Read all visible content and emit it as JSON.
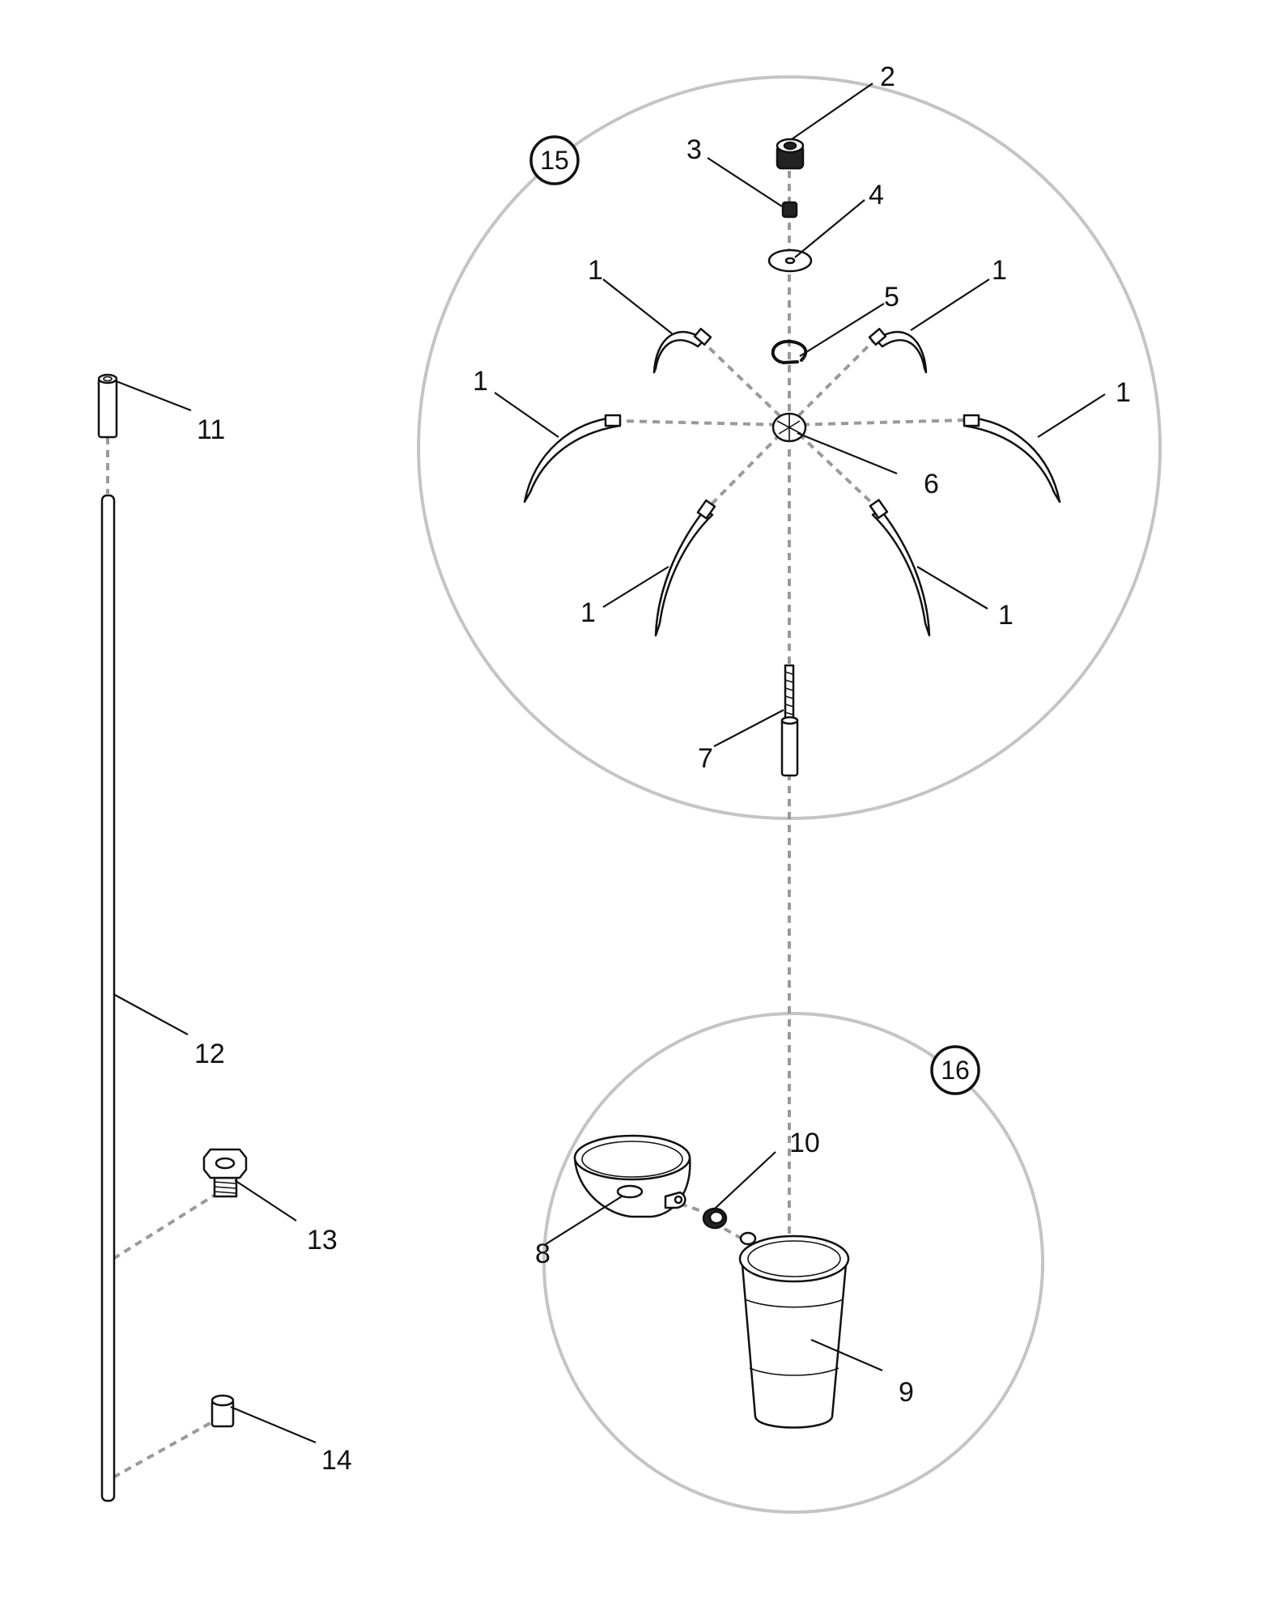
{
  "callouts": {
    "c1a": "1",
    "c1b": "1",
    "c1c": "1",
    "c1d": "1",
    "c1e": "1",
    "c1f": "1",
    "c2": "2",
    "c3": "3",
    "c4": "4",
    "c5": "5",
    "c6": "6",
    "c7": "7",
    "c8": "8",
    "c9": "9",
    "c10": "10",
    "c11": "11",
    "c12": "12",
    "c13": "13",
    "c14": "14"
  },
  "detail_circles": {
    "d15": "15",
    "d16": "16"
  }
}
